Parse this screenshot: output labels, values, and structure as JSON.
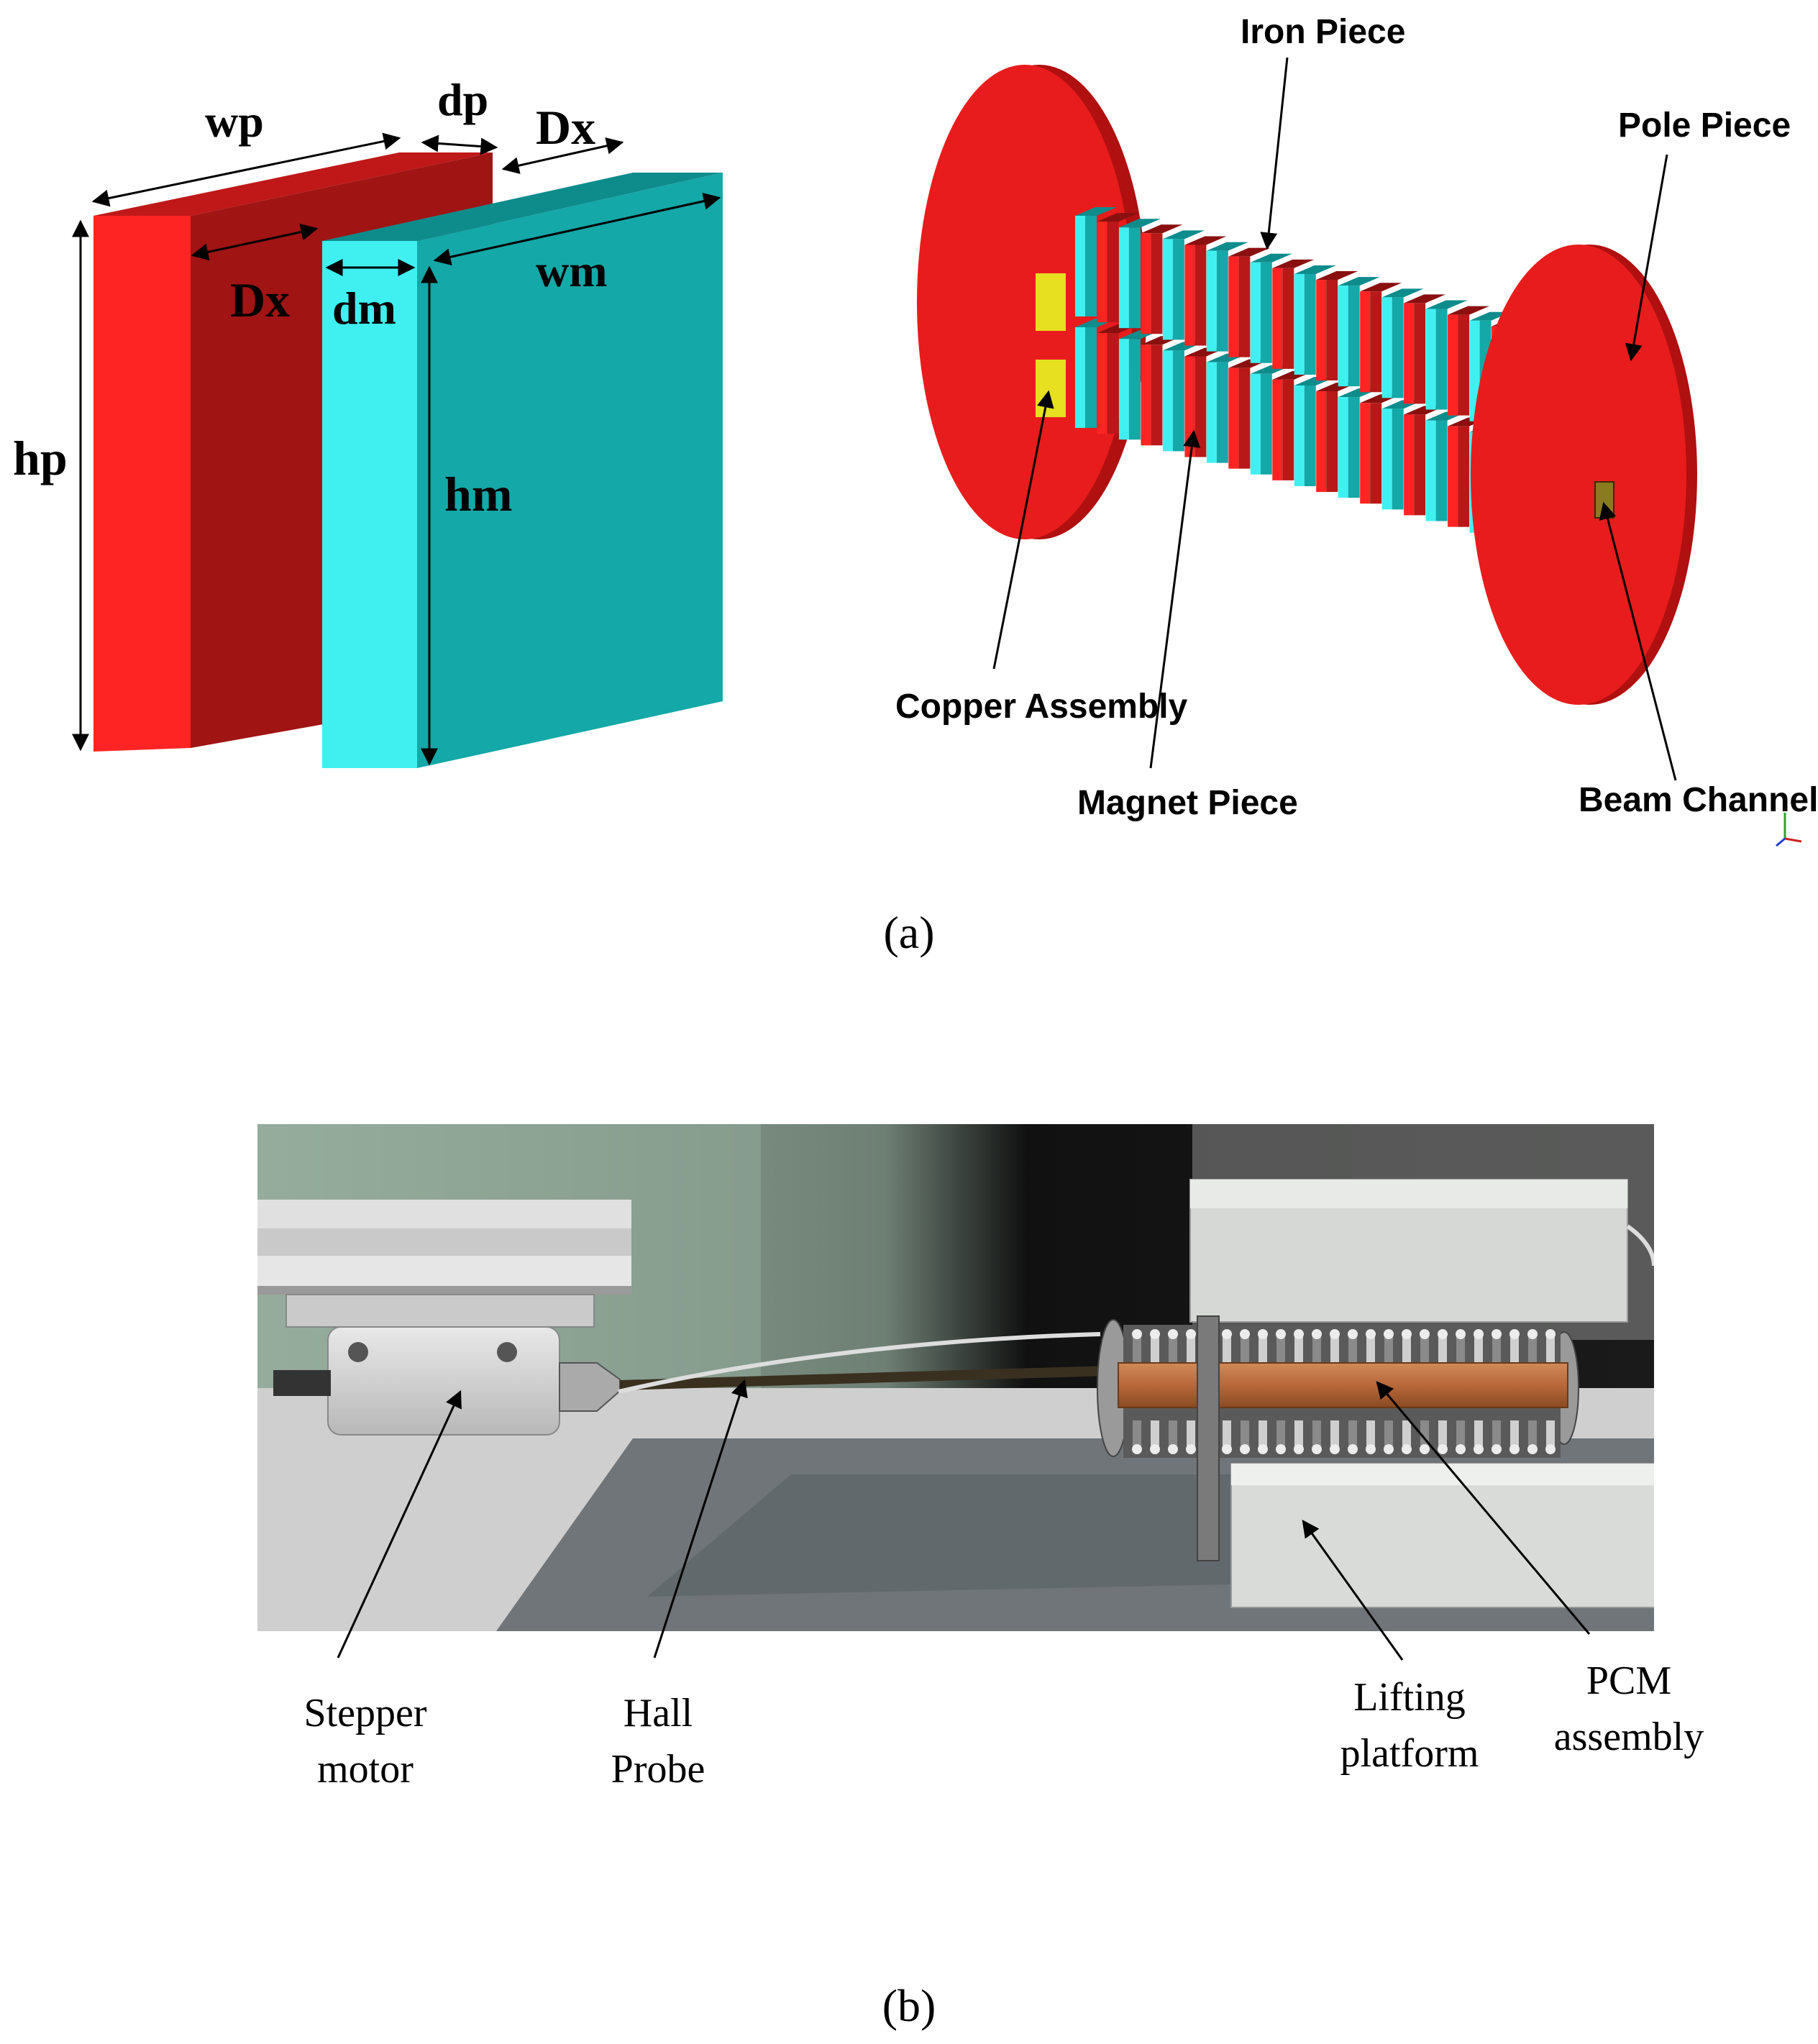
{
  "panel_a": {
    "dimension_labels": {
      "wp": "wp",
      "dp": "dp",
      "dx_top": "Dx",
      "dx_front": "Dx",
      "dm": "dm",
      "wm": "wm",
      "hp": "hp",
      "hm": "hm"
    },
    "callouts": {
      "iron_piece": "Iron Piece",
      "pole_piece": "Pole Piece",
      "copper_assembly": "Copper Assembly",
      "magnet_piece": "Magnet Piece",
      "beam_channel": "Beam Channel"
    },
    "caption": "(a)"
  },
  "panel_b": {
    "callouts": {
      "stepper_motor": [
        "Stepper",
        "motor"
      ],
      "hall_probe": [
        "Hall",
        "Probe"
      ],
      "lifting_platform": [
        "Lifting",
        "platform"
      ],
      "pcm_assembly": [
        "PCM",
        "assembly"
      ]
    },
    "caption": "(b)"
  },
  "colors": {
    "pole_red": "#e81c1c",
    "pole_dark": "#a01414",
    "magnet_cyan": "#14a8a8",
    "magnet_light": "#40f0f0",
    "copper": "#b8683a"
  }
}
